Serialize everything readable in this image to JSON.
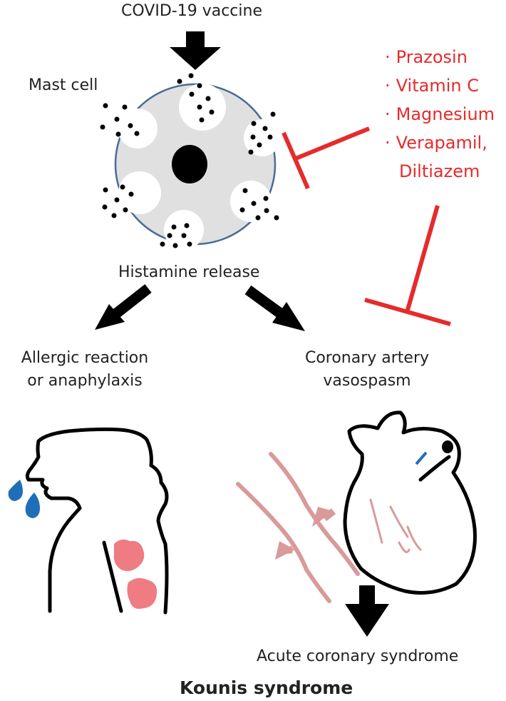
{
  "labels": {
    "vaccine": "COVID-19 vaccine",
    "mast_cell": "Mast cell",
    "histamine": "Histamine release",
    "allergic_line1": "Allergic reaction",
    "allergic_line2": "or anaphylaxis",
    "coronary_line1": "Coronary artery",
    "coronary_line2": "vasospasm",
    "acs": "Acute coronary syndrome",
    "title": "Kounis syndrome"
  },
  "inhibitors": {
    "bullet": "·",
    "items": [
      "Prazosin",
      "Vitamin C",
      "Magnesium",
      "Verapamil,",
      "Diltiazem"
    ]
  },
  "colors": {
    "inhibitor_red": "#e52b2b",
    "arrow_black": "#000000",
    "cell_fill": "#e0e0e0",
    "cell_border": "#4a6b96",
    "vessel_pink": "#d99a9a",
    "rash_pink": "#ee7c82",
    "drop_blue": "#1f6fb8"
  },
  "icons": [
    "down-arrow-icon",
    "inhibition-bar-icon",
    "mast-cell-icon",
    "person-silhouette-icon",
    "blood-vessel-icon",
    "heart-icon",
    "water-drop-icon"
  ]
}
